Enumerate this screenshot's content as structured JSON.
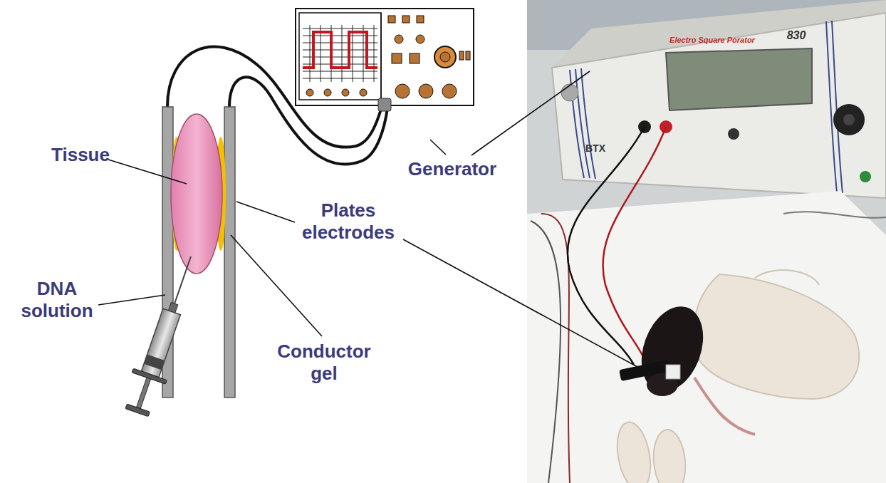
{
  "diagram": {
    "labels": [
      "Tissue",
      "Plates electrodes",
      "DNA solution",
      "Conductor gel",
      "Generator",
      "Electro Square Porator",
      "830",
      "BTX"
    ]
  }
}
